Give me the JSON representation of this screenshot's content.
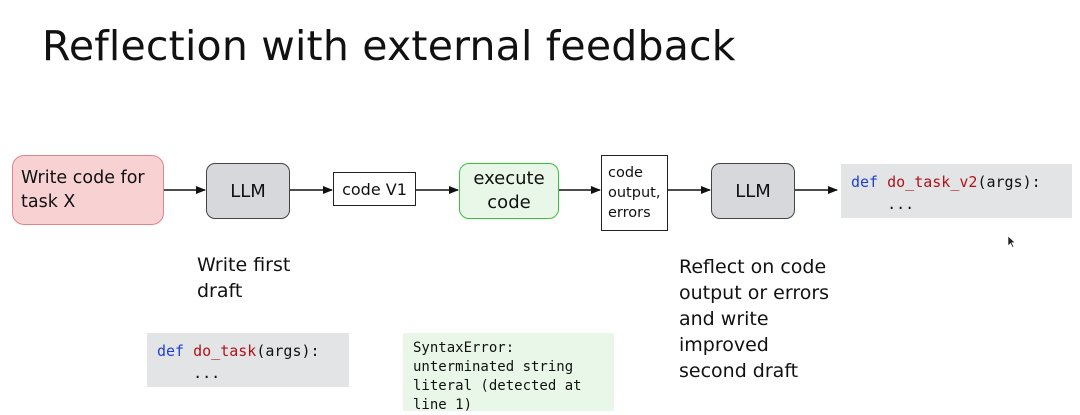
{
  "title": "Reflection with external feedback",
  "nodes": {
    "task": "Write code for\ntask X",
    "llm1": "LLM",
    "code_v1": "code V1",
    "execute": "execute\ncode",
    "output": "code\noutput,\nerrors",
    "llm2": "LLM"
  },
  "code_v2": {
    "def": "def",
    "name": "do_task_v2",
    "args": "(args):",
    "body": "    ..."
  },
  "code_v1_snippet": {
    "def": "def",
    "name": "do_task",
    "args": "(args):",
    "body": "    ..."
  },
  "error_text": "SyntaxError:\nunterminated string\nliteral (detected at\nline 1)",
  "captions": {
    "first": "Write first\ndraft",
    "reflect": "Reflect on code\noutput or errors\nand write\nimproved\nsecond draft"
  }
}
